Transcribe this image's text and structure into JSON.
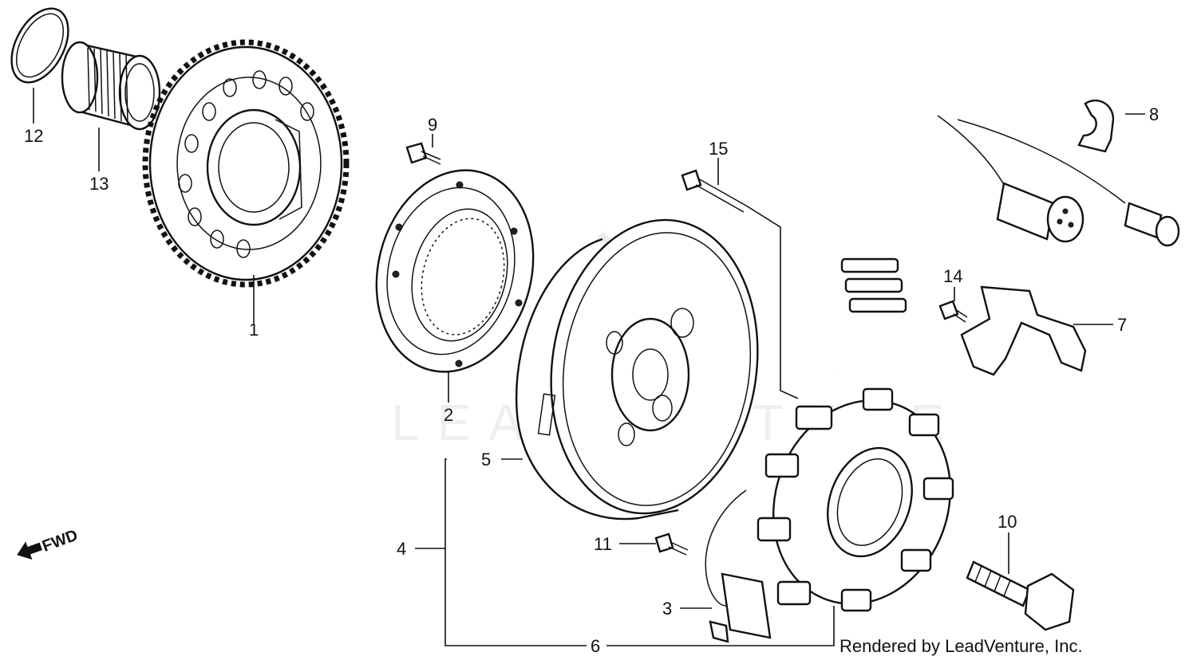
{
  "diagram": {
    "callouts": [
      {
        "id": "c1",
        "text": "1"
      },
      {
        "id": "c2",
        "text": "2"
      },
      {
        "id": "c3",
        "text": "3"
      },
      {
        "id": "c4",
        "text": "4"
      },
      {
        "id": "c5",
        "text": "5"
      },
      {
        "id": "c6",
        "text": "6"
      },
      {
        "id": "c7",
        "text": "7"
      },
      {
        "id": "c8",
        "text": "8"
      },
      {
        "id": "c9",
        "text": "9"
      },
      {
        "id": "c10",
        "text": "10"
      },
      {
        "id": "c11",
        "text": "11"
      },
      {
        "id": "c12",
        "text": "12"
      },
      {
        "id": "c13",
        "text": "13"
      },
      {
        "id": "c14",
        "text": "14"
      },
      {
        "id": "c15",
        "text": "15"
      }
    ],
    "fwd_label": "FWD",
    "watermark": "LEADVENTURE",
    "credit": "Rendered by LeadVenture, Inc."
  },
  "colors": {
    "ink": "#111111",
    "background": "#ffffff"
  }
}
